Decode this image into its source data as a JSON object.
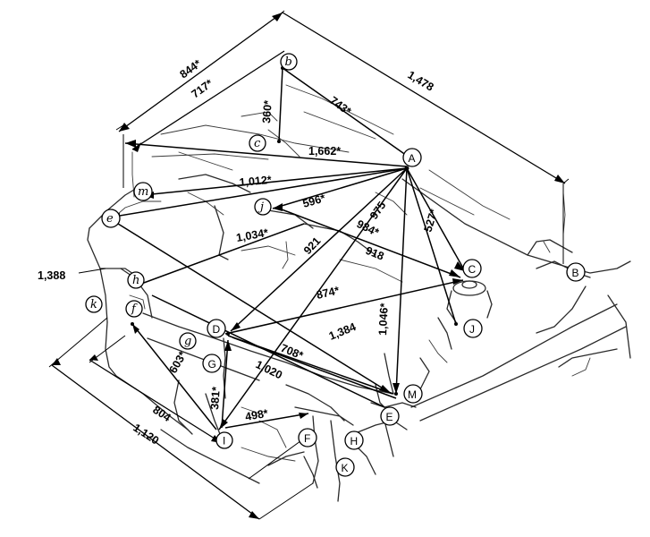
{
  "points": {
    "A": "A",
    "B": "B",
    "C": "C",
    "D": "D",
    "E": "E",
    "F": "F",
    "G": "G",
    "H": "H",
    "I": "I",
    "J": "J",
    "K": "K",
    "M": "M",
    "b": "b",
    "c": "c",
    "e": "e",
    "f": "f",
    "g": "g",
    "h": "h",
    "j": "j",
    "k": "k",
    "m": "m"
  },
  "dimensions": {
    "top_844": "844*",
    "top_717": "717*",
    "top_1478": "1,478",
    "b_c_360": "360*",
    "b_A_743": "743*",
    "c_A_1662": "1,662*",
    "m_A_1012": "1,012*",
    "j_A_596": "596*",
    "e_A_1034": "1,034*",
    "A_D_921": "921",
    "A_I_975": "975",
    "A_C_984": "984*",
    "A_J_527": "527*",
    "j_C_918": "918",
    "left_1388": "1,388",
    "D_C_874": "874*",
    "A_M_1046": "1,046*",
    "D_E_1384": "1,384",
    "D_M_708": "708*",
    "D_E_1020": "1,020",
    "f_I_603": "603*",
    "I_D_381": "381*",
    "I_F_498": "498*",
    "bottom_804": "804",
    "bottom_1120": "1,120"
  }
}
